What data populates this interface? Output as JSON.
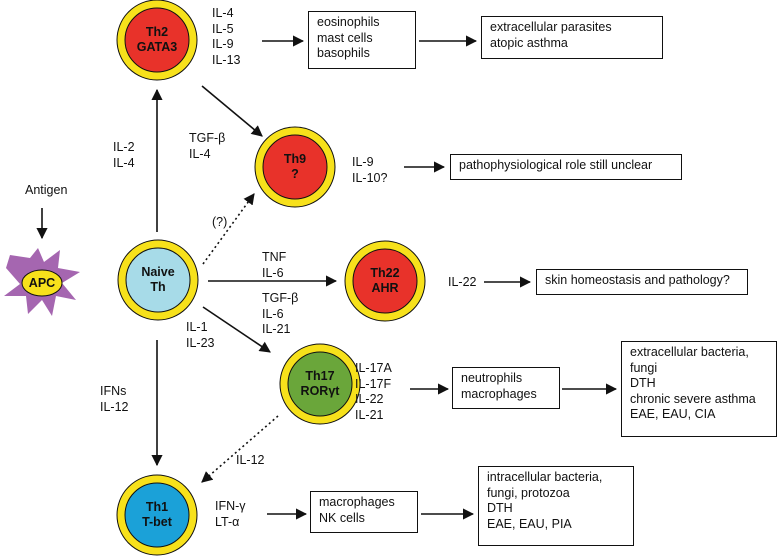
{
  "antigen": "Antigen",
  "apc": "APC",
  "cells": {
    "naive": {
      "label": "Naive\nTh",
      "color": "#a7dbe8"
    },
    "th2": {
      "label": "Th2\nGATA3",
      "color": "#e8322a"
    },
    "th9": {
      "label": "Th9\n?",
      "color": "#e8322a"
    },
    "th22": {
      "label": "Th22\nAHR",
      "color": "#e8322a"
    },
    "th17": {
      "label": "Th17\nRORγt",
      "color": "#6aa63a"
    },
    "th1": {
      "label": "Th1\nT-bet",
      "color": "#1ba1d8"
    }
  },
  "cytokines_in": {
    "th2": "IL-2\nIL-4",
    "th9": "TGF-β\nIL-4",
    "th9_note": "(?)",
    "th22": "TNF\nIL-6",
    "th17": "TGF-β\nIL-6\nIL-21",
    "th17_extra": "IL-1\nIL-23",
    "th1": "IFNs\nIL-12",
    "th1_from_th17": "IL-12"
  },
  "cytokines_out": {
    "th2": "IL-4\nIL-5\nIL-9\nIL-13",
    "th9": "IL-9\nIL-10?",
    "th22": "IL-22",
    "th17": "IL-17A\nIL-17F\nIL-22\nIL-21",
    "th1": "IFN-γ\nLT-α"
  },
  "effectors": {
    "th2": "eosinophils\nmast cells\nbasophils",
    "th17": "neutrophils\nmacrophages",
    "th1": "macrophages\nNK cells"
  },
  "outcomes": {
    "th2": "extracellular parasites\natopic asthma",
    "th9": "pathophysiological role still unclear",
    "th22": "skin homeostasis and pathology?",
    "th17": "extracellular bacteria,\nfungi\nDTH\nchronic severe asthma\nEAE, EAU, CIA",
    "th1": "intracellular bacteria,\nfungi, protozoa\nDTH\nEAE, EAU, PIA"
  },
  "colors": {
    "ring": "#f7e11b",
    "apc_body": "#a566b0",
    "apc_nucleus": "#f7e11b",
    "stroke": "#111111"
  }
}
